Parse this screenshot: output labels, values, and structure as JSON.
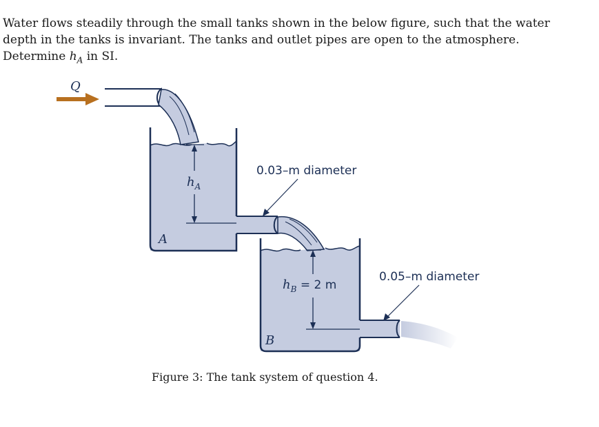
{
  "problem": {
    "line1": "Water flows steadily through the small tanks shown in the below figure, such that the water",
    "line2": "depth in the tanks is invariant.  The tanks and outlet pipes are open to the atmosphere.",
    "line3_prefix": "Determine ",
    "line3_var": "h",
    "line3_sub": "A",
    "line3_suffix": " in SI."
  },
  "figure": {
    "flow_label": "Q",
    "tank_a_label": "A",
    "tank_b_label": "B",
    "ha_main": "h",
    "ha_sub": "A",
    "hb_main": "h",
    "hb_sub": "B",
    "hb_value": " = 2 m",
    "pipe_1_diameter": "0.03–m diameter",
    "pipe_2_diameter": "0.05–m diameter",
    "colors": {
      "water": "#c5cce0",
      "outline": "#1c2f55",
      "arrow": "#b8701f"
    }
  },
  "caption": "Figure 3: The tank system of question 4."
}
